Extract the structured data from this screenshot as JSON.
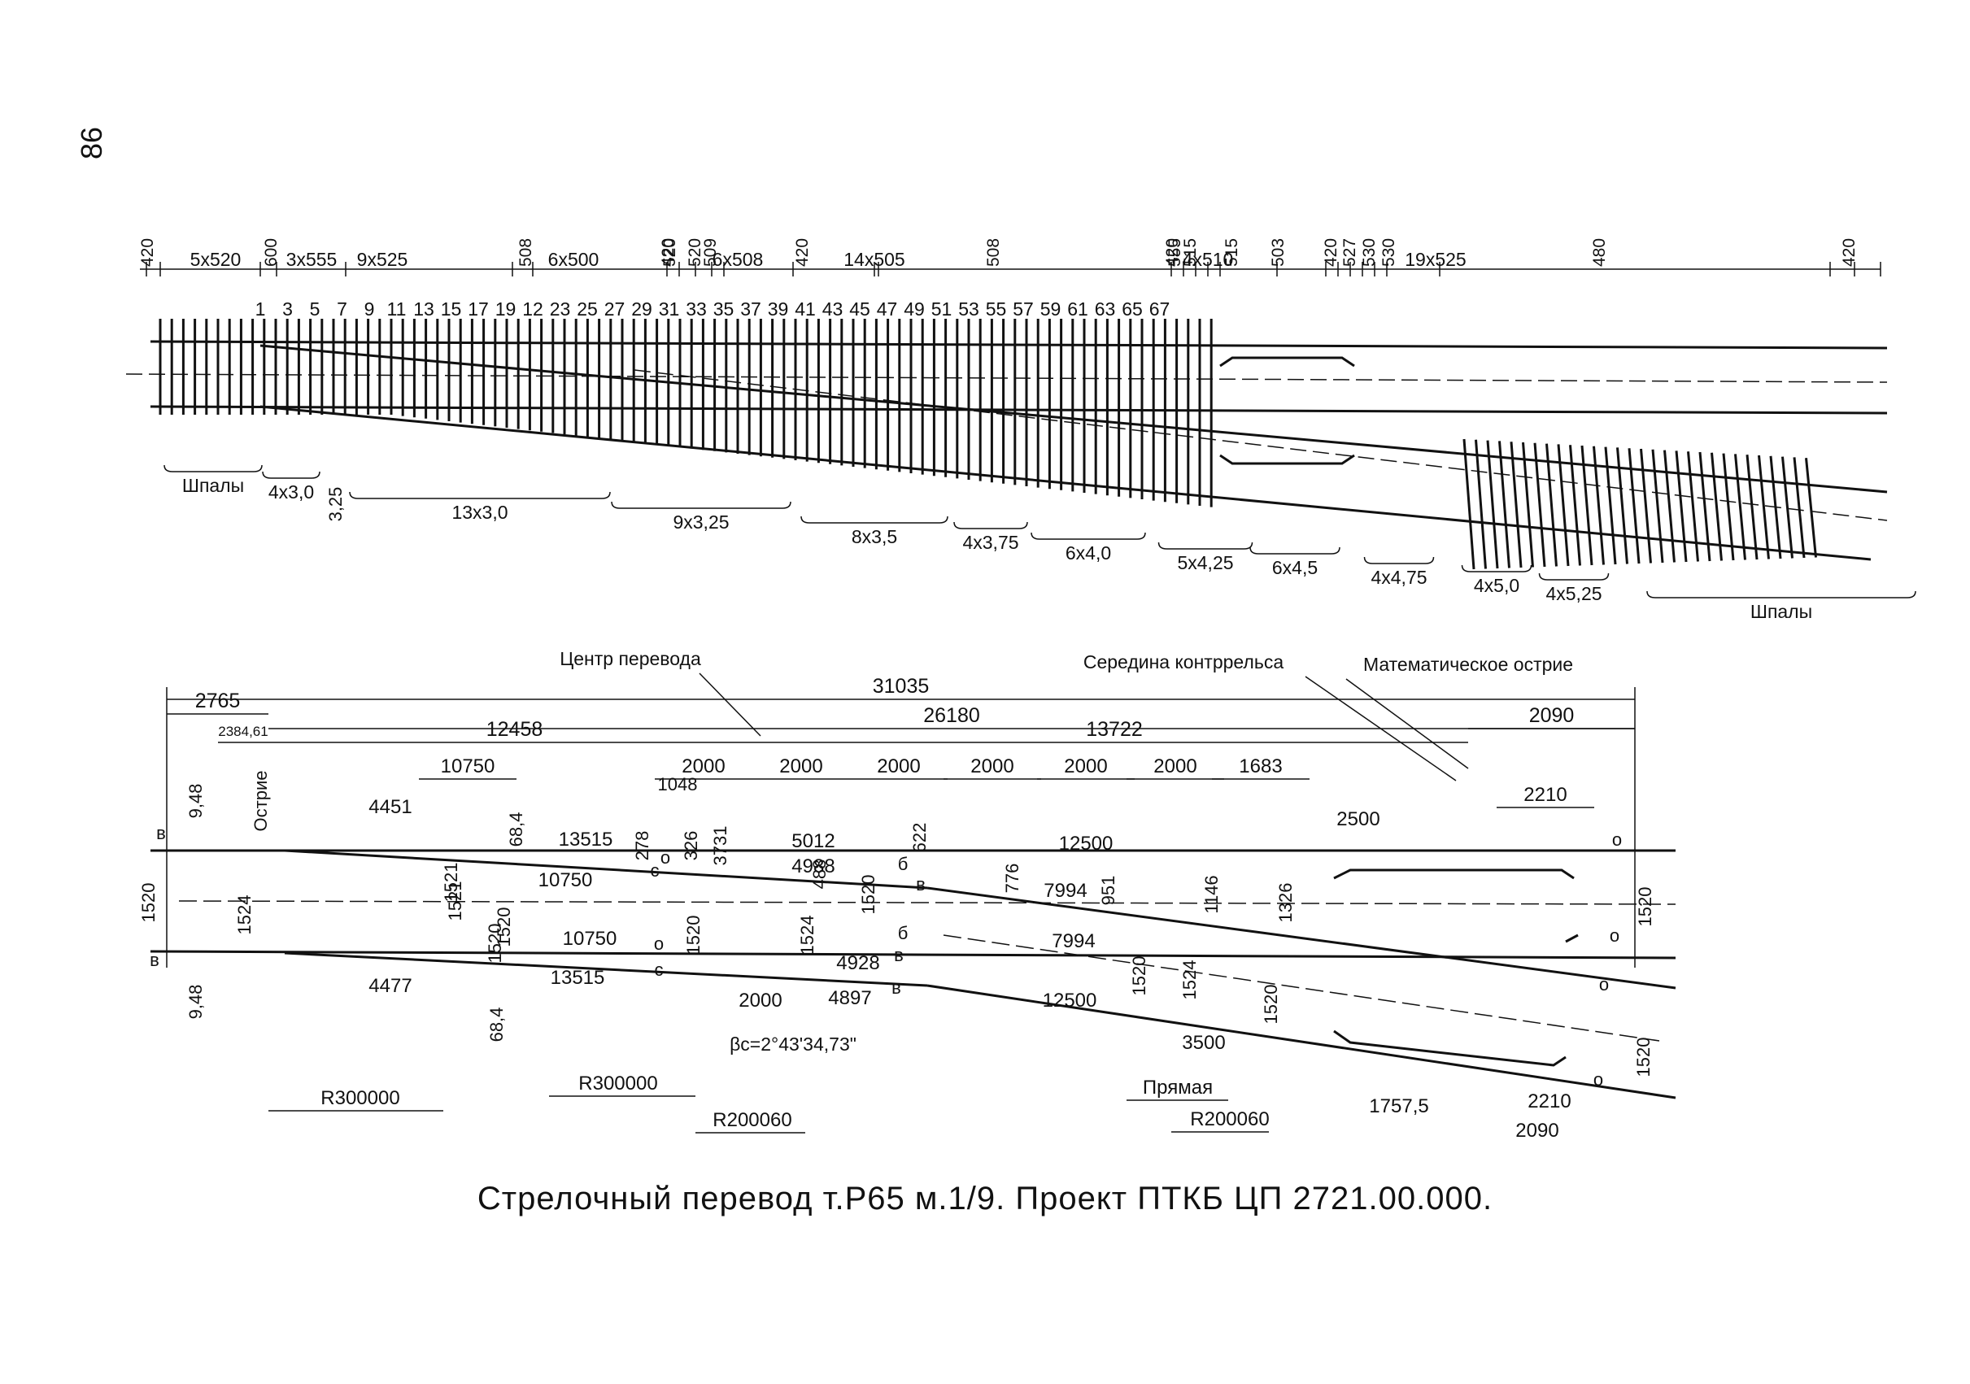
{
  "page_number": "86",
  "caption": "Стрелочный перевод т.Р65 м.1/9. Проект ПТКБ ЦП 2721.00.000.",
  "sleeper_plan": {
    "spacing_dims": [
      "420",
      "5x520",
      "600",
      "3x555",
      "9x525",
      "508",
      "6x500",
      "420",
      "520",
      "520",
      "509",
      "6x508",
      "420",
      "14x505",
      "508",
      "420",
      "555",
      "515",
      "4x510",
      "515",
      "503",
      "420",
      "527",
      "530",
      "530",
      "19x525",
      "480",
      "420"
    ],
    "sleeper_numbers": [
      "1",
      "3",
      "5",
      "7",
      "9",
      "11",
      "13",
      "15",
      "17",
      "19",
      "12",
      "23",
      "25",
      "27",
      "29",
      "31",
      "33",
      "35",
      "37",
      "39",
      "41",
      "43",
      "45",
      "47",
      "49",
      "51",
      "53",
      "55",
      "57",
      "59",
      "61",
      "63",
      "65",
      "67"
    ],
    "length_groups": [
      "Шпалы",
      "4x3,0",
      "3,25",
      "13x3,0",
      "9x3,25",
      "8x3,5",
      "4x3,75",
      "6x4,0",
      "5x4,25",
      "6x4,5",
      "4x4,75",
      "4x5,0",
      "4x5,25",
      "Шпалы"
    ]
  },
  "scheme": {
    "callouts": [
      "Центр перевода",
      "Середина контррельса",
      "Математическое острие"
    ],
    "overall_dims": [
      "31035",
      "2765",
      "26180",
      "2384,61",
      "12458",
      "13722",
      "2090"
    ],
    "chain_dims": [
      "10750",
      "2000",
      "2000",
      "2000",
      "2000",
      "2000",
      "2000",
      "1683",
      "2210"
    ],
    "vertical_labels": [
      "9,48",
      "Острие",
      "68,4",
      "278",
      "326",
      "3731",
      "488",
      "622",
      "776",
      "951",
      "1146",
      "1326",
      "1048",
      "1520",
      "1524",
      "1521",
      "1520",
      "1520",
      "1524",
      "1520",
      "1520",
      "1524",
      "1520",
      "1520",
      "9,48",
      "68,4",
      "1521",
      "1520",
      "1520"
    ],
    "inner_dims": [
      "4451",
      "13515",
      "10750",
      "5012",
      "4988",
      "12500",
      "7994",
      "2500",
      "10750",
      "4928",
      "7994",
      "4477",
      "13515",
      "2000",
      "4897",
      "12500",
      "3500",
      "1757,5",
      "2210",
      "2090"
    ],
    "marks": [
      "в",
      "в",
      "о",
      "о",
      "с",
      "с",
      "б",
      "в",
      "о",
      "о",
      "б",
      "в",
      "о",
      "о",
      "в"
    ],
    "angle": "βс=2°43'34,73\"",
    "radius_labels": [
      "R300000",
      "R300000",
      "R200060",
      "R200060",
      "Прямая"
    ]
  }
}
